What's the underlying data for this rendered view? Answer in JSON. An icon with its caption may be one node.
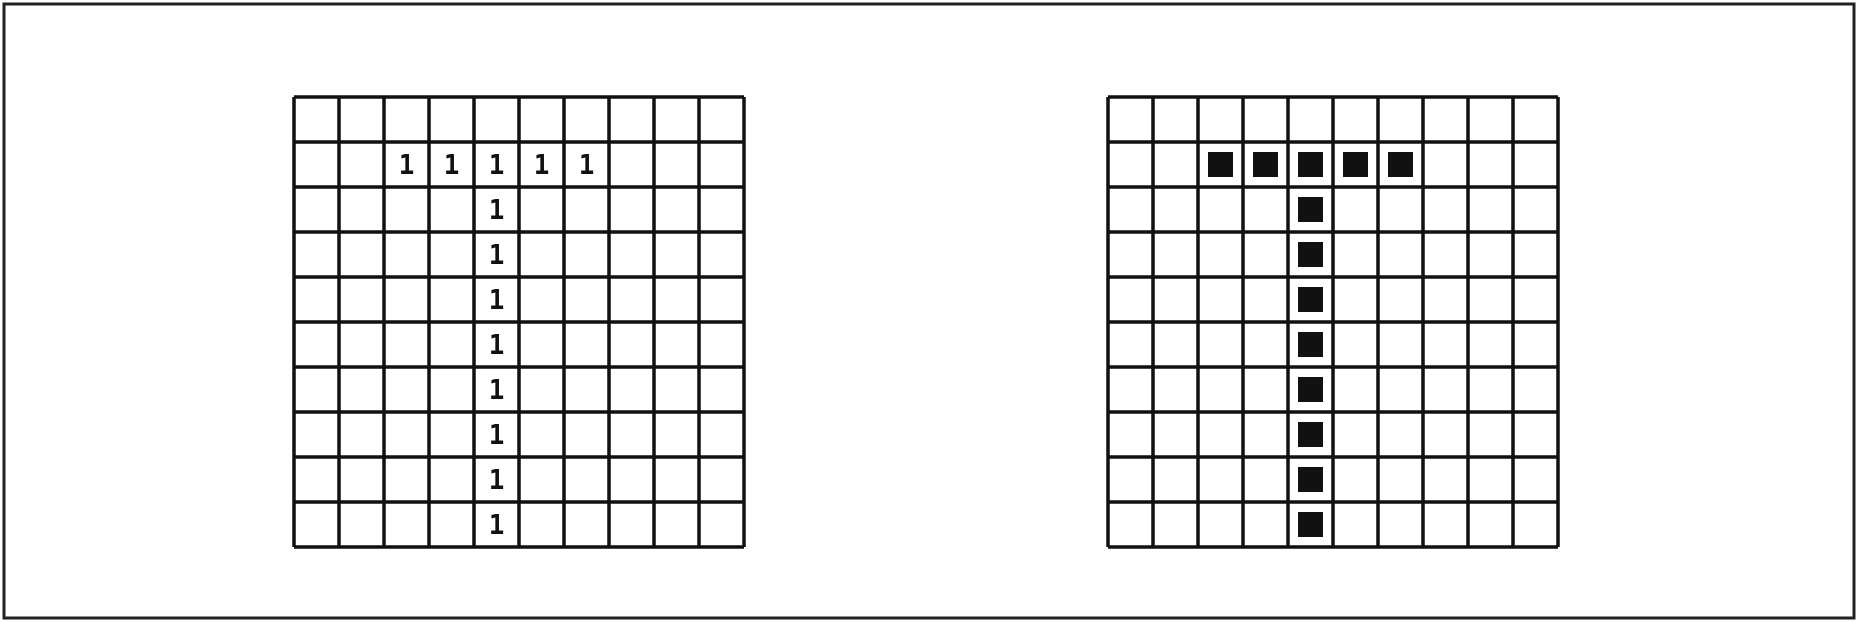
{
  "diagram": {
    "labels": [
      "1",
      "1",
      "1",
      "1",
      "1",
      "1",
      "1",
      "1",
      "1",
      "1",
      "1",
      "1",
      "1"
    ]
  }
}
